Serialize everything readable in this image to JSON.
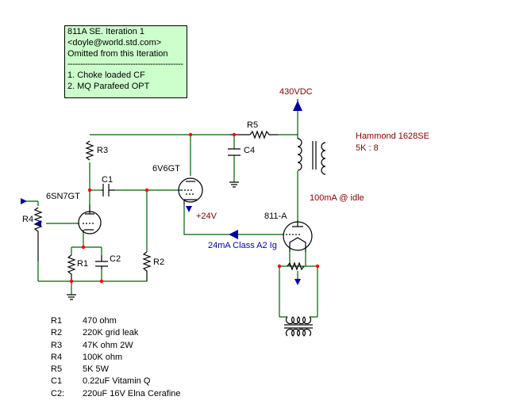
{
  "note": {
    "title": "811A SE.  Iteration 1",
    "email": "<doyle@world.std.com>",
    "omitted": "Omitted from this Iteration",
    "separator": "----------------------------------------------",
    "items": [
      "1.   Choke loaded CF",
      "2.  MQ Parafeed OPT"
    ]
  },
  "labels": {
    "supply": "430VDC",
    "transformer_name": "Hammond 1628SE",
    "transformer_ratio": "5K : 8",
    "idle_current": "100mA @ idle",
    "grid_current": "24mA Class A2 Ig",
    "bias_supply": "+24V",
    "tube_6sn7": "6SN7GT",
    "tube_6v6": "6V6GT",
    "tube_811": "811-A",
    "r3": "R3",
    "c1": "C1",
    "r4": "R4",
    "r1": "R1",
    "c2": "C2",
    "r2": "R2",
    "r5": "R5",
    "c4": "C4"
  },
  "legend": [
    {
      "ref": "R1",
      "value": "470 ohm"
    },
    {
      "ref": "R2",
      "value": "220K grid leak"
    },
    {
      "ref": "R3",
      "value": "47K ohm 2W"
    },
    {
      "ref": "R4",
      "value": "100K ohm"
    },
    {
      "ref": "R5",
      "value": "5K 5W"
    },
    {
      "ref": "C1",
      "value": "0.22uF Vitamin Q"
    },
    {
      "ref": "C2:",
      "value": "220uF 16V Elna Cerafine"
    }
  ],
  "colors": {
    "wire": "#006000",
    "component": "#000000",
    "node": "#ff0000",
    "arrow": "#0000a0",
    "note_bg": "#ccffcc",
    "label_red": "#800000"
  }
}
